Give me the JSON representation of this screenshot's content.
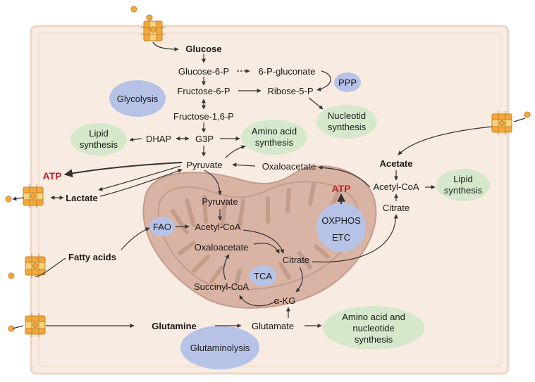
{
  "colors": {
    "cell_fill": "#f8ebe1",
    "cell_border": "#ecd6c6",
    "mito_fill": "#d9b4a4",
    "mito_cristae": "#c59b8a",
    "blue_oval": "#b7c3e6",
    "green_oval": "#d5e8cb",
    "atp_red": "#c0262d",
    "transporter_orange": "#f2a83a",
    "transporter_yellow": "#f5d37a",
    "arrow": "#333333"
  },
  "metabolites": {
    "glucose": "Glucose",
    "glucose6p": "Glucose-6-P",
    "pgluconate": "6-P-gluconate",
    "fructose6p": "Fructose-6-P",
    "ribose5p": "Ribose-5-P",
    "fructose16p": "Fructose-1,6-P",
    "dhap": "DHAP",
    "g3p": "G3P",
    "pyruvate_cyto": "Pyruvate",
    "oxaloacetate_cyto": "Oxaloacetate",
    "lactate": "Lactate",
    "acetate": "Acetate",
    "acetylcoa_cyto": "Acetyl-CoA",
    "citrate_cyto": "Citrate",
    "pyruvate_mito": "Pyruvate",
    "acetylcoa_mito": "Acetyl-CoA",
    "oxaloacetate_mito": "Oxaloacetate",
    "citrate_mito": "Citrate",
    "succinylcoa": "Succinyl-CoA",
    "akg": "α-KG",
    "fatty_acids": "Fatty acids",
    "glutamine": "Glutamine",
    "glutamate": "Glutamate"
  },
  "atp": {
    "left": "ATP",
    "oxphos": "ATP"
  },
  "pathways": {
    "glycolysis": "Glycolysis",
    "ppp": "PPP",
    "fao": "FAO",
    "tca": "TCA",
    "oxphos": "OXPHOS",
    "etc": "ETC",
    "glutaminolysis": "Glutaminolysis"
  },
  "outcomes": {
    "lipid_left_1": "Lipid",
    "lipid_left_2": "synthesis",
    "amino_1": "Amino acid",
    "amino_2": "synthesis",
    "nucleotid_1": "Nucleotid",
    "nucleotid_2": "synthesis",
    "lipid_right_1": "Lipid",
    "lipid_right_2": "synthesis",
    "aa_nuc_1": "Amino acid and",
    "aa_nuc_2": "nucleotide",
    "aa_nuc_3": "synthesis"
  }
}
